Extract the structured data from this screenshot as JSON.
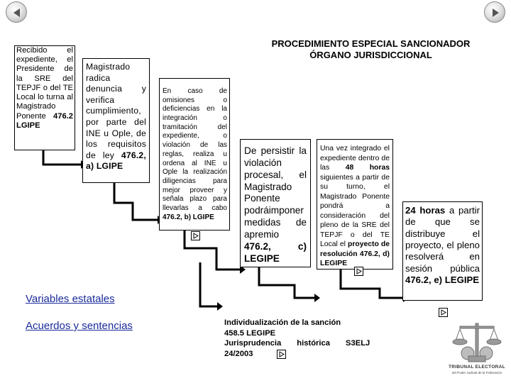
{
  "title": {
    "line1": "PROCEDIMIENTO ESPECIAL SANCIONADOR",
    "line2": "ÓRGANO JURISDICCIONAL"
  },
  "steps": [
    {
      "text": "Recibido el expediente, el Presidente de la SRE del TEPJF o del TE Local lo turna al Magistrado Ponente",
      "ref": "476.2 LGIPE"
    },
    {
      "text": "Magistrado radica denuncia y verifica cumplimiento, por parte del INE u Ople, de los requisitos de ley",
      "ref": "476.2, a) LGIPE"
    },
    {
      "text": "En caso de omisiones o deficiencias en la integración o tramitación del expediente, o violación de las reglas, realiza u ordena al INE u Ople la realización diligencias para mejor proveer y señala plazo para llevarlas a cabo",
      "ref": "476.2, b) LGIPE"
    },
    {
      "text": "De persistir la violación procesal, el Magistrado Ponente podráimponer medidas de apremio",
      "ref": "476.2, c) LEGIPE"
    },
    {
      "text_a": "Una vez integrado el expediente dentro de las ",
      "bold_a": "48 horas",
      "text_b": " siguientes a partir de su turno, el Magistrado Ponente pondrá a consideración del pleno de la SRE del TEPJF o del TE Local el ",
      "bold_b": "proyecto de resolución",
      "ref": "476.2, d) LEGIPE"
    },
    {
      "bold_a": "24 horas",
      "text": " a partir de que se distribuye el proyecto, el pleno resolverá en sesión pública",
      "ref": "476.2, e) LEGIPE"
    }
  ],
  "final_step": {
    "line1": "Individualización de la sanción",
    "line2": "458.5 LEGIPE",
    "line3": "Jurisprudencia histórica S3ELJ",
    "line4": "24/2003"
  },
  "links": {
    "variables": "Variables estatales",
    "acuerdos": "Acuerdos y sentencias"
  },
  "logo": {
    "line1": "TRIBUNAL ELECTORAL",
    "line2": "del Poder Judicial de la Federación"
  },
  "icons": {
    "prev": "previous-slide-icon",
    "next": "next-slide-icon",
    "play": "play-action-icon"
  }
}
